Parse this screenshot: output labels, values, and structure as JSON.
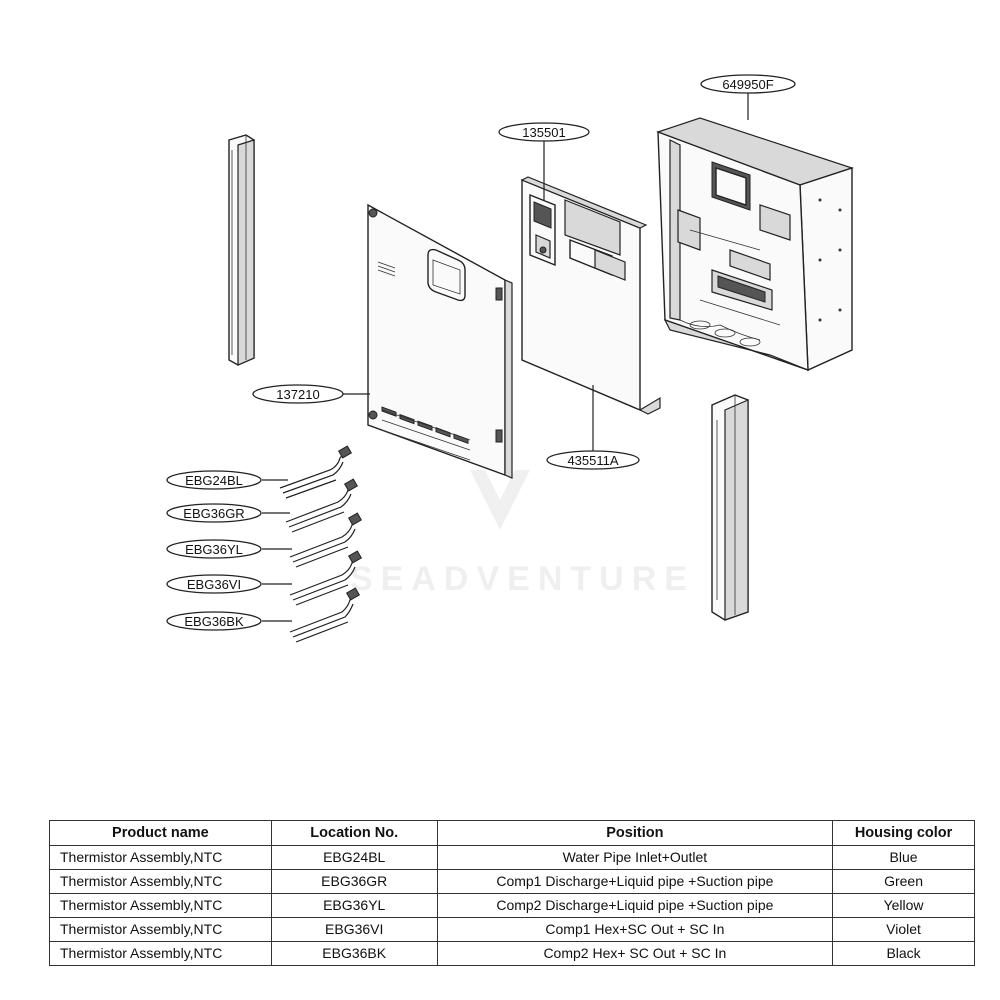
{
  "diagram": {
    "callouts": {
      "p649950F": "649950F",
      "p135501": "135501",
      "p137210": "137210",
      "p435511A": "435511A",
      "EBG24BL": "EBG24BL",
      "EBG36GR": "EBG36GR",
      "EBG36YL": "EBG36YL",
      "EBG36VI": "EBG36VI",
      "EBG36BK": "EBG36BK"
    },
    "watermark": "SEADVENTURE"
  },
  "table": {
    "headers": [
      "Product name",
      "Location No.",
      "Position",
      "Housing color"
    ],
    "rows": [
      [
        "Thermistor Assembly,NTC",
        "EBG24BL",
        "Water Pipe Inlet+Outlet",
        "Blue"
      ],
      [
        "Thermistor Assembly,NTC",
        "EBG36GR",
        "Comp1 Discharge+Liquid pipe +Suction pipe",
        "Green"
      ],
      [
        "Thermistor Assembly,NTC",
        "EBG36YL",
        "Comp2 Discharge+Liquid pipe +Suction pipe",
        "Yellow"
      ],
      [
        "Thermistor Assembly,NTC",
        "EBG36VI",
        "Comp1 Hex+SC Out + SC In",
        "Violet"
      ],
      [
        "Thermistor Assembly,NTC",
        "EBG36BK",
        "Comp2 Hex+ SC Out + SC In",
        "Black"
      ]
    ]
  }
}
